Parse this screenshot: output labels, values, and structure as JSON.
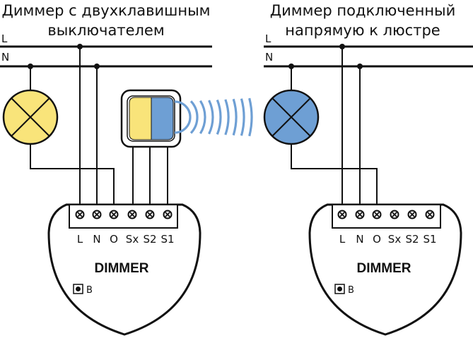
{
  "colors": {
    "lamp_left": "#F9E47A",
    "lamp_right": "#6E9FD4",
    "switch_left_key": "#F9E47A",
    "switch_right_key": "#6E9FD4",
    "signal": "#6E9FD4",
    "line": "#111111"
  },
  "left": {
    "title_line1": "Диммер с двухклавишным",
    "title_line2": "выключателем",
    "bus_l": "L",
    "bus_n": "N",
    "terminals": [
      "L",
      "N",
      "O",
      "Sx",
      "S2",
      "S1"
    ],
    "device_label": "DIMMER",
    "b_label": "B"
  },
  "right": {
    "title_line1": "Диммер подключенный",
    "title_line2": "напрямую к люстре",
    "bus_l": "L",
    "bus_n": "N",
    "terminals": [
      "L",
      "N",
      "O",
      "Sx",
      "S2",
      "S1"
    ],
    "device_label": "DIMMER",
    "b_label": "B"
  },
  "icons": {
    "lamp": "lamp-icon",
    "switch": "two-key-switch-icon",
    "wireless": "wireless-signal-icon",
    "screw": "screw-terminal-icon",
    "button": "b-button-icon"
  }
}
